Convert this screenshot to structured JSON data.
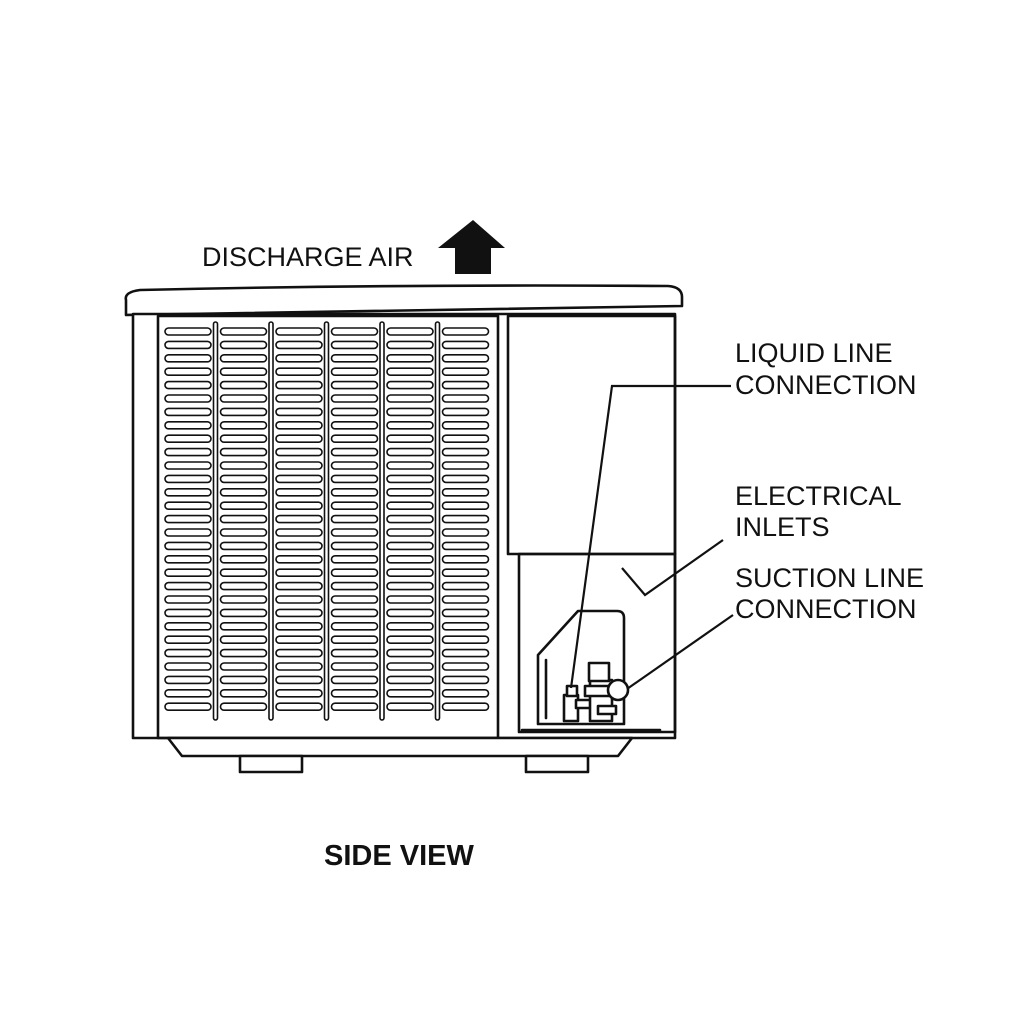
{
  "labels": {
    "discharge_air": "DISCHARGE AIR",
    "liquid_line_1": "LIQUID LINE",
    "liquid_line_2": "CONNECTION",
    "electrical_1": "ELECTRICAL",
    "electrical_2": "INLETS",
    "suction_line_1": "SUCTION LINE",
    "suction_line_2": "CONNECTION"
  },
  "caption": "SIDE VIEW",
  "louver": {
    "columns": 6,
    "rows": 29
  },
  "icons": {
    "arrow": "up-arrow-icon"
  }
}
